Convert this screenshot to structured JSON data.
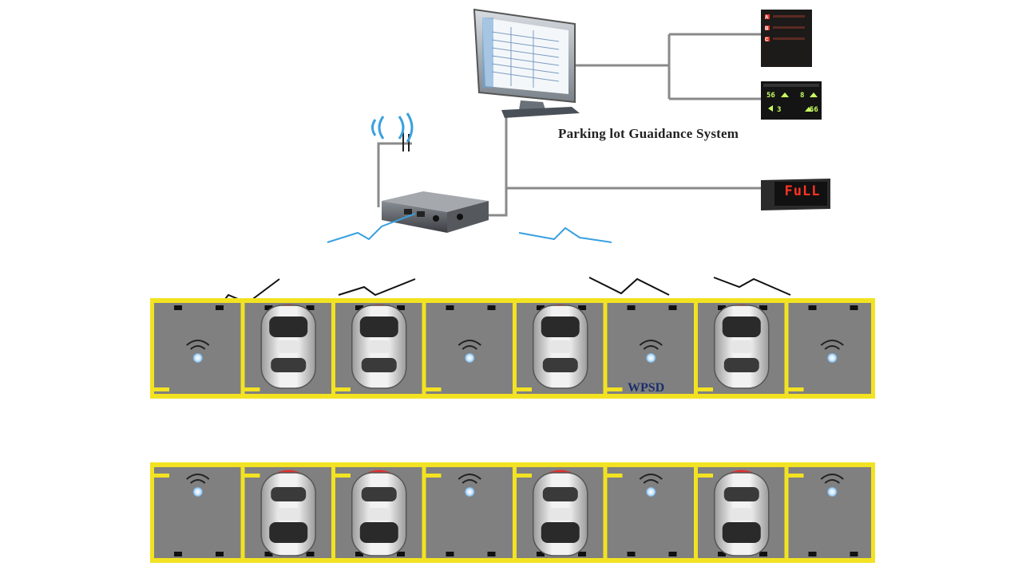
{
  "diagram": {
    "title": "Parking lot Guaidance System",
    "full_sign_text": "FuLL",
    "detector_label": "WPSD",
    "guidance_display": {
      "left_count": "56",
      "right_count": "8",
      "bottom_left_count": "3",
      "bottom_right_count": "56"
    },
    "indicator_letters": [
      "A",
      "B",
      "C"
    ],
    "rows": [
      {
        "name": "top-row",
        "spaces": [
          "empty",
          "occupied",
          "occupied",
          "empty",
          "occupied",
          "empty",
          "occupied",
          "empty"
        ]
      },
      {
        "name": "bottom-row",
        "spaces": [
          "empty",
          "occupied",
          "occupied",
          "empty",
          "occupied",
          "empty",
          "occupied",
          "empty"
        ]
      }
    ],
    "colors": {
      "asphalt": "#808080",
      "line_yellow": "#f2e222",
      "wireless_blue": "#3aa0e0",
      "sensor_red": "#e03030",
      "wire_gray": "#8a8a8a"
    }
  }
}
